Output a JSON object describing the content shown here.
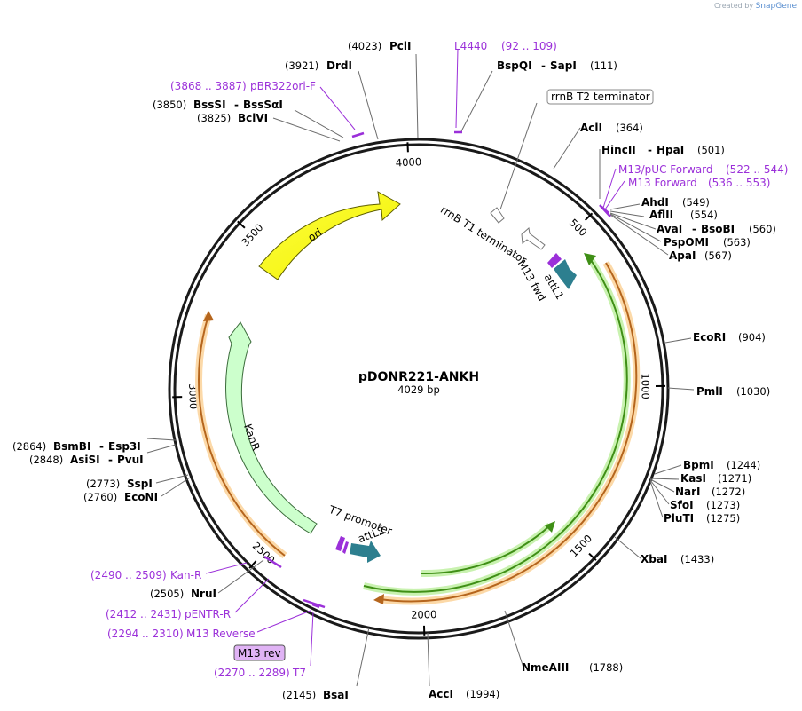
{
  "credit": {
    "prefix": "Created by",
    "brand": "SnapGene"
  },
  "plasmid": {
    "name": "pDONR221-ANKH",
    "length_label": "4029 bp",
    "length": 4029
  },
  "ticks": [
    {
      "label": "500",
      "pos": 500
    },
    {
      "label": "1000",
      "pos": 1000
    },
    {
      "label": "1500",
      "pos": 1500
    },
    {
      "label": "2000",
      "pos": 2000
    },
    {
      "label": "2500",
      "pos": 2500
    },
    {
      "label": "3000",
      "pos": 3000
    },
    {
      "label": "3500",
      "pos": 3500
    },
    {
      "label": "4000",
      "pos": 4000
    }
  ],
  "sites": [
    {
      "id": "pcii",
      "names": [
        "PciI"
      ],
      "pos_label": "(4023)",
      "pos": 4023
    },
    {
      "id": "drdi",
      "names": [
        "DrdI"
      ],
      "pos_label": "(3921)",
      "pos": 3921
    },
    {
      "id": "bsssi",
      "names": [
        "BssSI",
        "BssSαI"
      ],
      "pos_label": "(3850)",
      "pos": 3850
    },
    {
      "id": "bcivi",
      "names": [
        "BciVI"
      ],
      "pos_label": "(3825)",
      "pos": 3825
    },
    {
      "id": "bspqi",
      "names": [
        "BspQI",
        "SapI"
      ],
      "pos_label": "(111)",
      "pos": 111
    },
    {
      "id": "acli",
      "names": [
        "AclI"
      ],
      "pos_label": "(364)",
      "pos": 364
    },
    {
      "id": "hincii",
      "names": [
        "HincII",
        "HpaI"
      ],
      "pos_label": "(501)",
      "pos": 501
    },
    {
      "id": "ahdi",
      "names": [
        "AhdI"
      ],
      "pos_label": "(549)",
      "pos": 549
    },
    {
      "id": "aflii",
      "names": [
        "AflII"
      ],
      "pos_label": "(554)",
      "pos": 554
    },
    {
      "id": "avai",
      "names": [
        "AvaI",
        "BsoBI"
      ],
      "pos_label": "(560)",
      "pos": 560
    },
    {
      "id": "pspomi",
      "names": [
        "PspOMI"
      ],
      "pos_label": "(563)",
      "pos": 563
    },
    {
      "id": "apai",
      "names": [
        "ApaI"
      ],
      "pos_label": "(567)",
      "pos": 567
    },
    {
      "id": "ecori",
      "names": [
        "EcoRI"
      ],
      "pos_label": "(904)",
      "pos": 904
    },
    {
      "id": "pmli",
      "names": [
        "PmlI"
      ],
      "pos_label": "(1030)",
      "pos": 1030
    },
    {
      "id": "bpmi",
      "names": [
        "BpmI"
      ],
      "pos_label": "(1244)",
      "pos": 1244
    },
    {
      "id": "kasi",
      "names": [
        "KasI"
      ],
      "pos_label": "(1271)",
      "pos": 1271
    },
    {
      "id": "nari",
      "names": [
        "NarI"
      ],
      "pos_label": "(1272)",
      "pos": 1272
    },
    {
      "id": "sfoi",
      "names": [
        "SfoI"
      ],
      "pos_label": "(1273)",
      "pos": 1273
    },
    {
      "id": "pluti",
      "names": [
        "PluTI"
      ],
      "pos_label": "(1275)",
      "pos": 1275
    },
    {
      "id": "xbai",
      "names": [
        "XbaI"
      ],
      "pos_label": "(1433)",
      "pos": 1433
    },
    {
      "id": "nmeaiii",
      "names": [
        "NmeAIII"
      ],
      "pos_label": "(1788)",
      "pos": 1788
    },
    {
      "id": "acci",
      "names": [
        "AccI"
      ],
      "pos_label": "(1994)",
      "pos": 1994
    },
    {
      "id": "bsai",
      "names": [
        "BsaI"
      ],
      "pos_label": "(2145)",
      "pos": 2145
    },
    {
      "id": "nrui",
      "names": [
        "NruI"
      ],
      "pos_label": "(2505)",
      "pos": 2505
    },
    {
      "id": "econi",
      "names": [
        "EcoNI"
      ],
      "pos_label": "(2760)",
      "pos": 2760
    },
    {
      "id": "sspi",
      "names": [
        "SspI"
      ],
      "pos_label": "(2773)",
      "pos": 2773
    },
    {
      "id": "asisi",
      "names": [
        "AsiSI",
        "PvuI"
      ],
      "pos_label": "(2848)",
      "pos": 2848
    },
    {
      "id": "bsmbi",
      "names": [
        "BsmBI",
        "Esp3I"
      ],
      "pos_label": "(2864)",
      "pos": 2864
    }
  ],
  "primers": [
    {
      "id": "l4440",
      "name": "L4440",
      "range": "(92 .. 109)"
    },
    {
      "id": "pbr322ori-f",
      "name": "pBR322ori-F",
      "range": "(3868 .. 3887)"
    },
    {
      "id": "m13-puc-forward",
      "name": "M13/pUC Forward",
      "range": "(522 .. 544)"
    },
    {
      "id": "m13-forward",
      "name": "M13 Forward",
      "range": "(536 .. 553)"
    },
    {
      "id": "kan-r",
      "name": "Kan-R",
      "range": "(2490 .. 2509)"
    },
    {
      "id": "pentr-r",
      "name": "pENTR-R",
      "range": "(2412 .. 2431)"
    },
    {
      "id": "m13-reverse",
      "name": "M13 Reverse",
      "range": "(2294 .. 2310)"
    },
    {
      "id": "t7",
      "name": "T7",
      "range": "(2270 .. 2289)"
    }
  ],
  "features": {
    "ori": "ori",
    "kanr": "KanR",
    "rrnb_t1": "rrnB T1 terminator",
    "rrnb_t2": "rrnB T2 terminator",
    "m13_fwd": "M13 fwd",
    "attl1": "attL1",
    "attl2": "attL2",
    "t7_promoter": "T7 promoter",
    "m13_rev": "M13 rev"
  },
  "colors": {
    "ori": "#ffff00",
    "kanr": "#ccffcc",
    "att": "#2d7f8f",
    "primer": "#9b30d9",
    "orf_green": "#4c9a1e",
    "orf_orange": "#c8742a",
    "m13_rev_box": "#e0b3f5"
  }
}
